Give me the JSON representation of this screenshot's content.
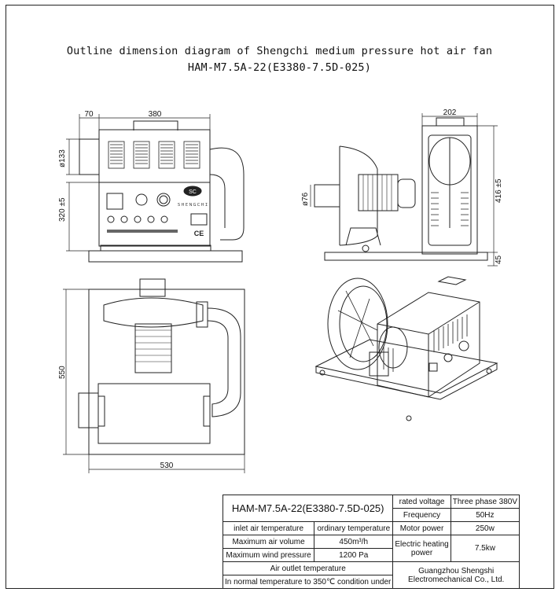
{
  "title": {
    "line1": "Outline dimension diagram of Shengchi medium pressure hot air fan",
    "line2": "HAM-M7.5A-22(E3380-7.5D-025)"
  },
  "dimensions": {
    "front_left_offset": "70",
    "front_width": "380",
    "front_outlet_dia": "ø133",
    "front_height": "320 ±5",
    "side_width": "202",
    "side_inlet_dia": "ø76",
    "side_height": "416 ±5",
    "side_base": "45",
    "top_depth": "550",
    "top_width": "530"
  },
  "panel": {
    "logo_text": "SC",
    "brand_text": "ＳＨＥＮＧＣＨＩ",
    "ce_mark": "CE"
  },
  "spec_table": {
    "model": "HAM-M7.5A-22(E3380-7.5D-025)",
    "rated_voltage_label": "rated voltage",
    "rated_voltage_value": "Three phase 380V",
    "frequency_label": "Frequency",
    "frequency_value": "50Hz",
    "inlet_temp_label": "inlet air temperature",
    "inlet_temp_value": "ordinary temperature",
    "motor_power_label": "Motor power",
    "motor_power_value": "250w",
    "max_air_volume_label": "Maximum air volume",
    "max_air_volume_value": "450m³/h",
    "heating_power_label_1": "Electric heating",
    "heating_power_label_2": "power",
    "heating_power_value": "7.5kw",
    "max_wind_pressure_label": "Maximum wind pressure",
    "max_wind_pressure_value": "1200 Pa",
    "outlet_temp_label": "Air outlet temperature",
    "outlet_temp_value": "In normal temperature to 350℃ condition under",
    "company_line1": "Guangzhou Shengshi",
    "company_line2": "Electromechanical Co., Ltd."
  }
}
